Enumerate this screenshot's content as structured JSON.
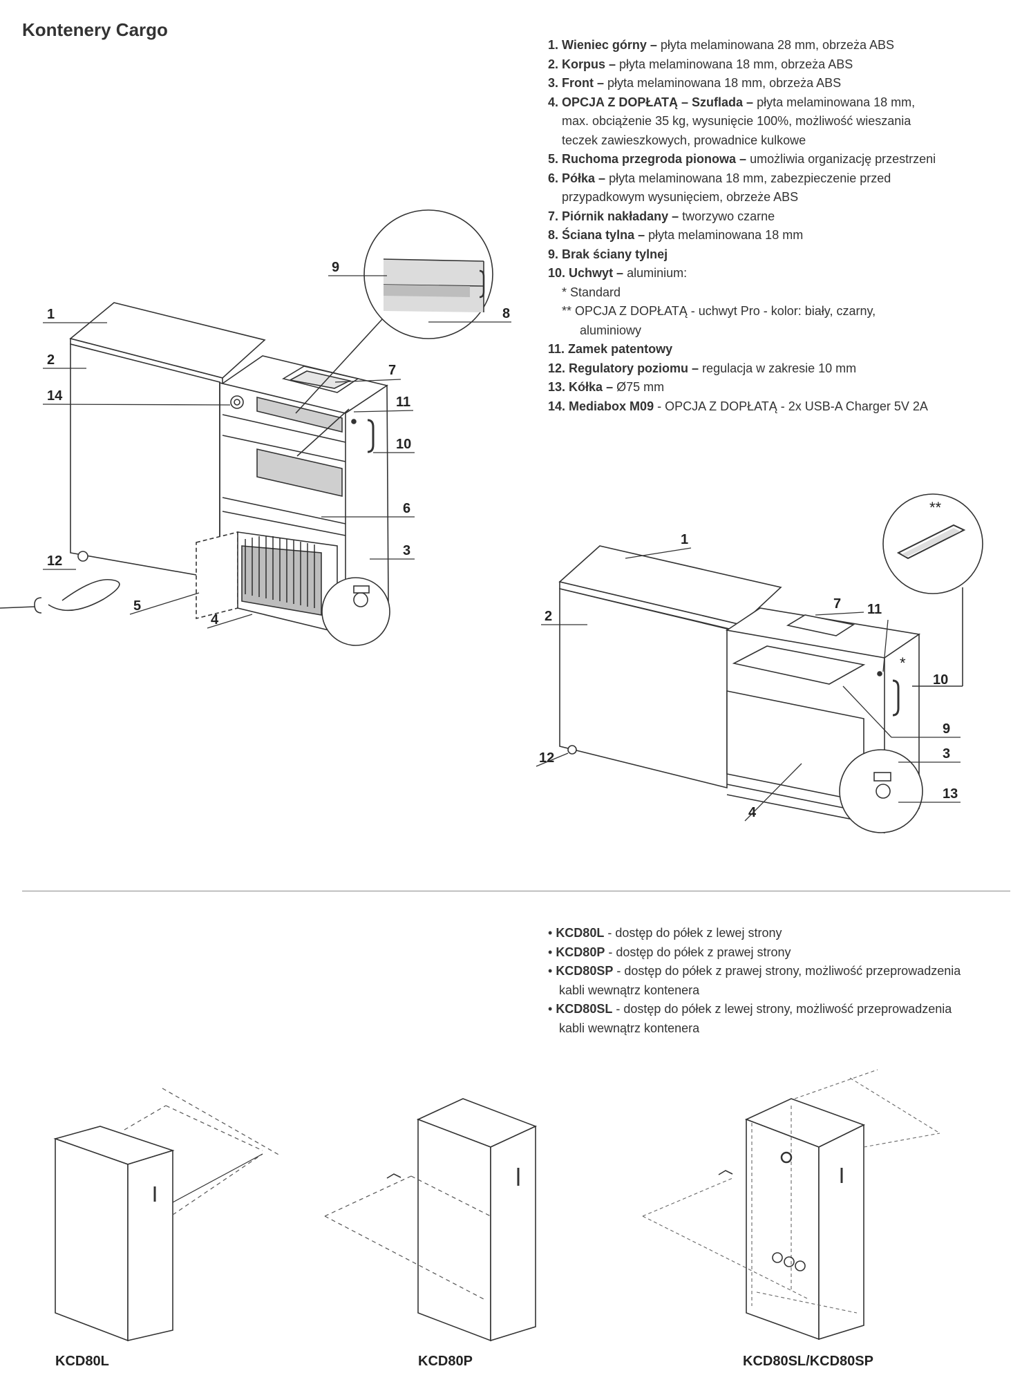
{
  "title": "Kontenery Cargo",
  "legend": [
    {
      "num": "1.",
      "name": "Wieniec górny –",
      "desc": " płyta melaminowana 28 mm, obrzeża ABS"
    },
    {
      "num": "2.",
      "name": "Korpus –",
      "desc": " płyta melaminowana 18 mm, obrzeża ABS"
    },
    {
      "num": "3.",
      "name": "Front –",
      "desc": " płyta melaminowana 18 mm, obrzeża ABS"
    },
    {
      "num": "4.",
      "name": "OPCJA Z DOPŁATĄ – Szuflada –",
      "desc": " płyta melaminowana 18 mm,",
      "cont": [
        "max. obciążenie 35 kg, wysunięcie 100%, możliwość wieszania",
        "teczek zawieszkowych, prowadnice kulkowe"
      ]
    },
    {
      "num": "5.",
      "name": "Ruchoma przegroda pionowa –",
      "desc": " umożliwia organizację przestrzeni"
    },
    {
      "num": "6.",
      "name": "Półka –",
      "desc": " płyta melaminowana 18 mm, zabezpieczenie przed",
      "cont": [
        "przypadkowym wysunięciem, obrzeże ABS"
      ]
    },
    {
      "num": "7.",
      "name": "Piórnik nakładany –",
      "desc": " tworzywo czarne"
    },
    {
      "num": "8.",
      "name": "Ściana tylna –",
      "desc": " płyta melaminowana 18 mm"
    },
    {
      "num": "9.",
      "name": "Brak ściany tylnej",
      "desc": ""
    },
    {
      "num": "10.",
      "name": "Uchwyt –",
      "desc": " aluminium:"
    }
  ],
  "handle_options": {
    "standard": "* Standard",
    "pro": "** OPCJA Z DOPŁATĄ - uchwyt Pro - kolor: biały, czarny,",
    "pro_cont": "aluminiowy"
  },
  "legend2": [
    {
      "num": "11.",
      "name": "Zamek patentowy",
      "desc": ""
    },
    {
      "num": "12.",
      "name": "Regulatory poziomu –",
      "desc": " regulacja w zakresie 10 mm"
    },
    {
      "num": "13.",
      "name": "Kółka –",
      "desc": " Ø75 mm"
    },
    {
      "num": "14.",
      "name": "Mediabox M09",
      "desc": " - OPCJA Z DOPŁATĄ - 2x USB-A Charger 5V 2A"
    }
  ],
  "models": [
    {
      "code": "KCD80L",
      "desc": " - dostęp do półek z lewej strony"
    },
    {
      "code": "KCD80P",
      "desc": " - dostęp do półek z prawej strony"
    },
    {
      "code": "KCD80SP",
      "desc": " - dostęp do półek z prawej strony, możliwość przeprowadzenia",
      "cont": "kabli wewnątrz kontenera"
    },
    {
      "code": "KCD80SL",
      "desc": " - dostęp do półek z lewej strony, możliwość przeprowadzenia",
      "cont": "kabli wewnątrz kontenera"
    }
  ],
  "captions": {
    "c1": "KCD80L",
    "c2": "KCD80P",
    "c3": "KCD80SL/KCD80SP"
  },
  "callouts_top": [
    "1",
    "2",
    "14",
    "12",
    "5",
    "4",
    "9",
    "8",
    "7",
    "11",
    "10",
    "6",
    "3"
  ],
  "callouts_right": [
    "1",
    "2",
    "12",
    "4",
    "7",
    "11",
    "10",
    "9",
    "3",
    "13"
  ],
  "stars": {
    "single": "*",
    "double": "**"
  }
}
